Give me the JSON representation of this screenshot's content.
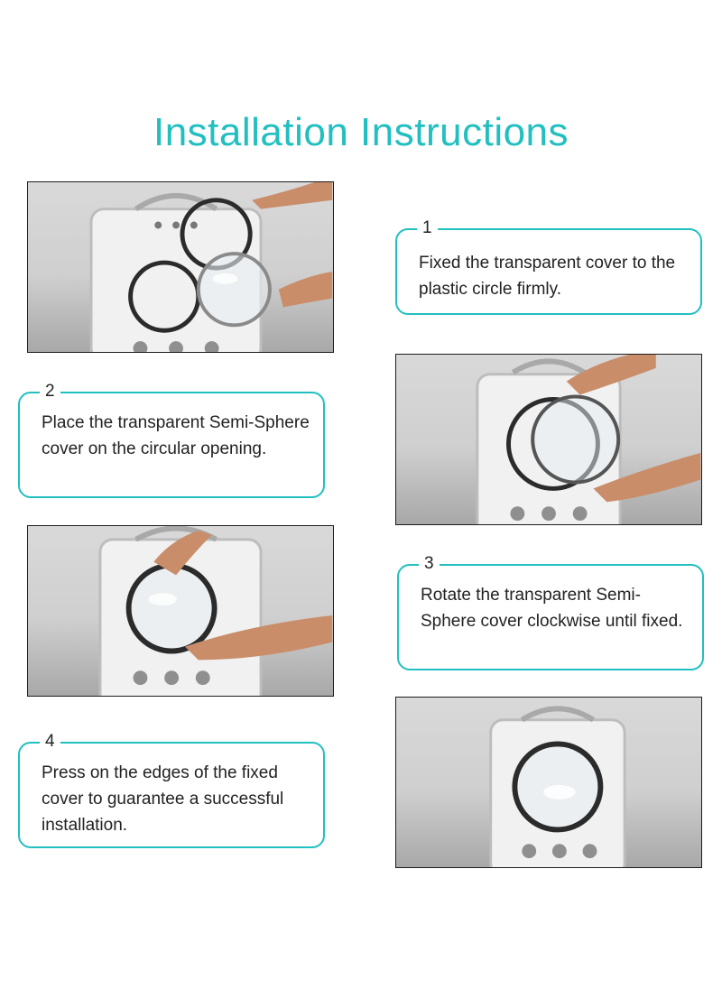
{
  "title": "Installation Instructions",
  "accent_color": "#22bfc1",
  "steps": [
    {
      "number": "1",
      "text": "Fixed the transparent cover to the plastic circle firmly."
    },
    {
      "number": "2",
      "text": "Place the transparent Semi-Sphere cover on the circular opening."
    },
    {
      "number": "3",
      "text": "Rotate the transparent Semi-Sphere cover clockwise until fixed."
    },
    {
      "number": "4",
      "text": "Press on the edges of the fixed cover to guarantee a successful installation."
    }
  ]
}
